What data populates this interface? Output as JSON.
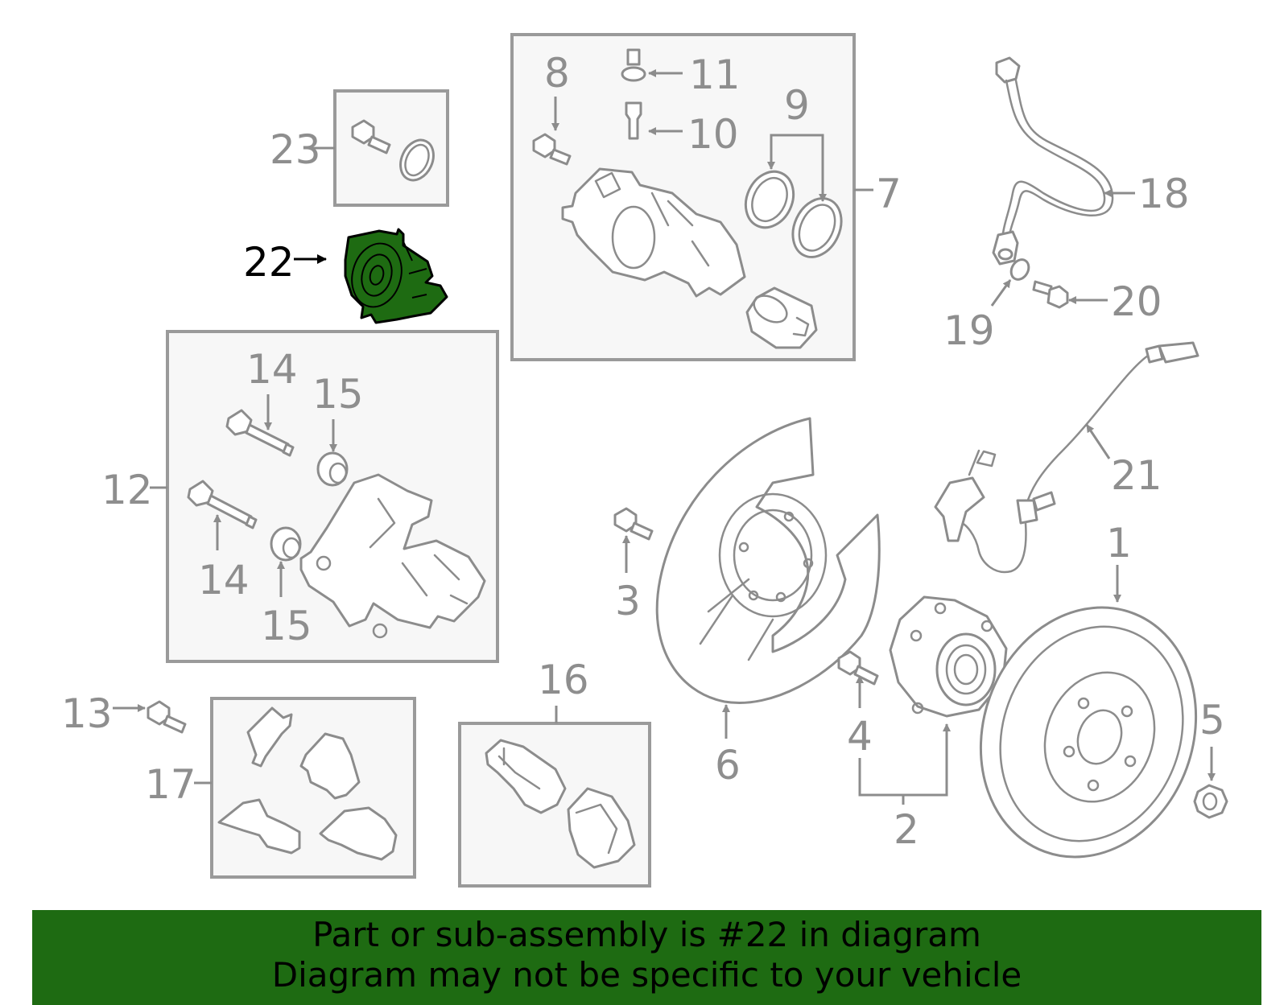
{
  "diagram": {
    "highlighted_part": "22",
    "highlight_color": "#1e6b12",
    "callouts": [
      "1",
      "2",
      "3",
      "4",
      "5",
      "6",
      "7",
      "8",
      "9",
      "10",
      "11",
      "12",
      "13",
      "14",
      "14",
      "15",
      "15",
      "16",
      "17",
      "18",
      "19",
      "20",
      "21",
      "22",
      "23"
    ]
  },
  "banner": {
    "line1": "Part or sub-assembly is #22 in diagram",
    "line2": "Diagram may not be specific to your vehicle",
    "background": "#1e6b12"
  }
}
